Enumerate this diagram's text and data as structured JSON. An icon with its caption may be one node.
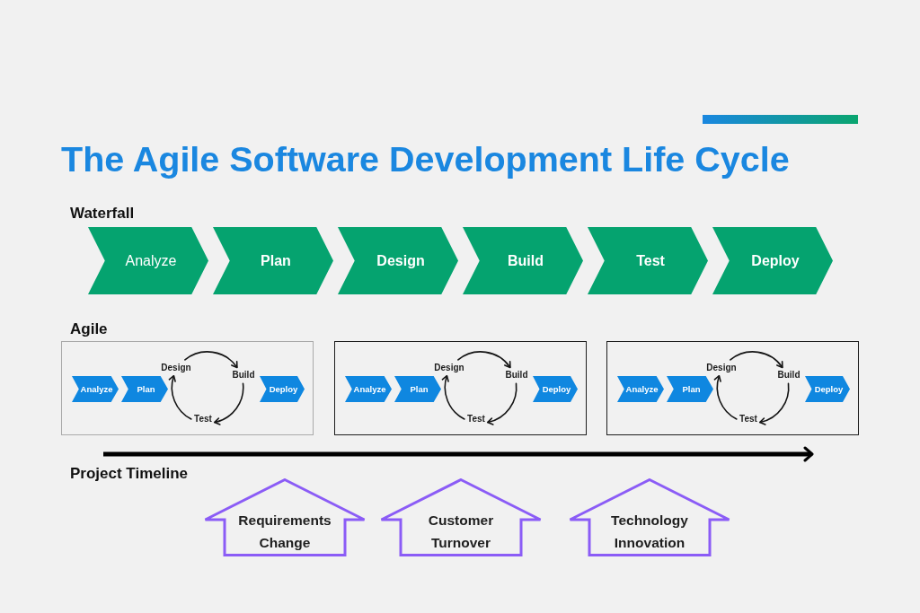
{
  "diagram": {
    "title": "The Agile Software Development Life Cycle",
    "nodes": [
      {
        "text": [
          "Analyze"
        ]
      },
      {
        "text": [
          "Plan"
        ]
      },
      {
        "text": [
          "Design"
        ]
      },
      {
        "text": [
          "Build"
        ]
      },
      {
        "text": [
          "Test"
        ]
      },
      {
        "text": [
          "Deploy"
        ]
      },
      {
        "text": [],
        "shape": "box"
      },
      {
        "text": [
          "Analyze"
        ],
        "in": 6
      },
      {
        "text": [
          "Plan"
        ],
        "in": 6
      },
      {
        "text": [
          "Design"
        ],
        "in": 6
      },
      {
        "text": [
          "Build"
        ],
        "in": 6
      },
      {
        "text": [
          "Test"
        ],
        "in": 6
      },
      {
        "text": [
          "Deploy"
        ],
        "in": 6
      },
      {
        "text": [],
        "shape": "box"
      },
      {
        "text": [
          "Analyze"
        ],
        "in": 13
      },
      {
        "text": [
          "Plan"
        ],
        "in": 13
      },
      {
        "text": [
          "Design"
        ],
        "in": 13
      },
      {
        "text": [
          "Build"
        ],
        "in": 13
      },
      {
        "text": [
          "Test"
        ],
        "in": 13
      },
      {
        "text": [
          "Deploy"
        ],
        "in": 13
      },
      {
        "text": [],
        "shape": "box"
      },
      {
        "text": [
          "Analyze"
        ],
        "in": 20
      },
      {
        "text": [
          "Plan"
        ],
        "in": 20
      },
      {
        "text": [
          "Design"
        ],
        "in": 20
      },
      {
        "text": [
          "Build"
        ],
        "in": 20
      },
      {
        "text": [
          "Test"
        ],
        "in": 20
      },
      {
        "text": [
          "Deploy"
        ],
        "in": 20
      },
      {
        "text": [
          "Requirements Change"
        ]
      },
      {
        "text": [
          "Customer Turnover"
        ]
      },
      {
        "text": [
          "Technology Innovation"
        ]
      }
    ],
    "edges": [
      {
        "from": 9,
        "to": 10,
        "arrow": "to"
      },
      {
        "from": 10,
        "to": 11,
        "arrow": "to"
      },
      {
        "from": 11,
        "to": 9,
        "arrow": "to"
      },
      {
        "from": 16,
        "to": 17,
        "arrow": "to"
      },
      {
        "from": 17,
        "to": 18,
        "arrow": "to"
      },
      {
        "from": 18,
        "to": 16,
        "arrow": "to"
      },
      {
        "from": 23,
        "to": 24,
        "arrow": "to"
      },
      {
        "from": 24,
        "to": 25,
        "arrow": "to"
      },
      {
        "from": 25,
        "to": 23,
        "arrow": "to"
      }
    ],
    "labels": [
      "Waterfall",
      "Agile",
      "Project Timeline"
    ]
  }
}
